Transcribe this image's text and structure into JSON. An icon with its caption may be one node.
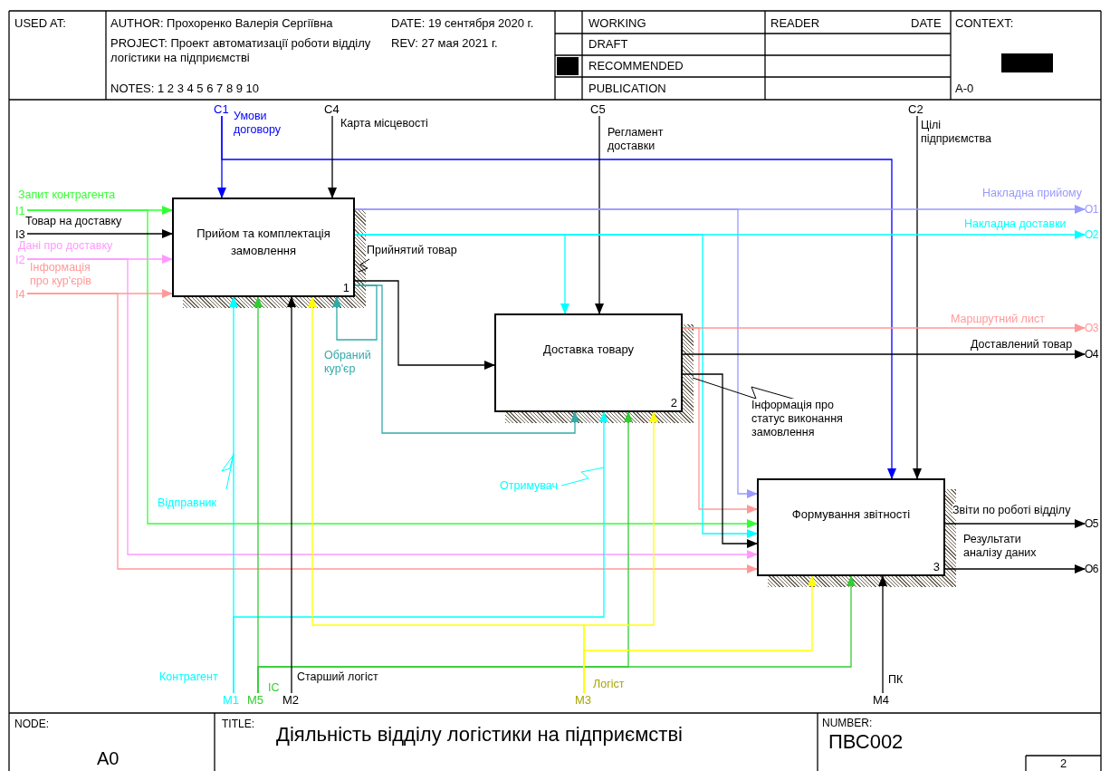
{
  "diagram": {
    "title": "Діяльність відділу логістики на підприємстві",
    "nodes": [
      {
        "text": [
          "Прийом та комплектація замовлення",
          "1"
        ]
      },
      {
        "text": [
          "Доставка товару",
          "2"
        ]
      },
      {
        "text": [
          "Формування звітності",
          "3"
        ]
      },
      {
        "text": [
          "C1"
        ]
      },
      {
        "text": [
          "C4"
        ]
      },
      {
        "text": [
          "C5"
        ]
      },
      {
        "text": [
          "C2"
        ]
      },
      {
        "text": [
          "I1"
        ]
      },
      {
        "text": [
          "I3"
        ]
      },
      {
        "text": [
          "I2"
        ]
      },
      {
        "text": [
          "I4"
        ]
      },
      {
        "text": [
          "O1"
        ]
      },
      {
        "text": [
          "O2"
        ]
      },
      {
        "text": [
          "O3"
        ]
      },
      {
        "text": [
          "O4"
        ]
      },
      {
        "text": [
          "O5"
        ]
      },
      {
        "text": [
          "O6"
        ]
      },
      {
        "text": [
          "M1"
        ]
      },
      {
        "text": [
          "M5"
        ]
      },
      {
        "text": [
          "M2"
        ]
      },
      {
        "text": [
          "M3"
        ]
      },
      {
        "text": [
          "M4"
        ]
      }
    ],
    "edges": [
      {
        "from": 7,
        "to": 0,
        "arrow": "to",
        "label": "Запит контрагента",
        "color": "#33ff33"
      },
      {
        "from": 7,
        "to": 2,
        "arrow": "to",
        "color": "#33ff33"
      },
      {
        "from": 8,
        "to": 0,
        "arrow": "to",
        "label": "Товар на доставку"
      },
      {
        "from": 9,
        "to": 0,
        "arrow": "to",
        "label": "Дані про доставку",
        "color": "#ff99ff"
      },
      {
        "from": 9,
        "to": 2,
        "arrow": "to",
        "color": "#ff99ff"
      },
      {
        "from": 10,
        "to": 0,
        "arrow": "to",
        "label": "Інформація про кур'єрів",
        "color": "#ff9999"
      },
      {
        "from": 10,
        "to": 2,
        "arrow": "to",
        "color": "#ff9999"
      },
      {
        "from": 3,
        "to": 0,
        "arrow": "to",
        "label": "Умови договору",
        "color": "#0000ff"
      },
      {
        "from": 3,
        "to": 2,
        "arrow": "to",
        "color": "#0000ff"
      },
      {
        "from": 4,
        "to": 0,
        "arrow": "to",
        "label": "Карта місцевості"
      },
      {
        "from": 5,
        "to": 1,
        "arrow": "to",
        "label": "Регламент доставки"
      },
      {
        "from": 6,
        "to": 2,
        "arrow": "to",
        "label": "Цілі підприємства"
      },
      {
        "from": 0,
        "to": 11,
        "arrow": "to",
        "label": "Накладна прийому",
        "color": "#9999ff"
      },
      {
        "from": 0,
        "to": 2,
        "arrow": "to",
        "color": "#9999ff"
      },
      {
        "from": 0,
        "to": 12,
        "arrow": "to",
        "label": "Накладна доставки",
        "color": "#00ffff"
      },
      {
        "from": 0,
        "to": 1,
        "arrow": "to",
        "color": "#00ffff"
      },
      {
        "from": 0,
        "to": 2,
        "arrow": "to",
        "color": "#00ffff"
      },
      {
        "from": 0,
        "to": 1,
        "arrow": "to",
        "label": "Прийнятий товар"
      },
      {
        "from": 0,
        "to": 0,
        "arrow": "to",
        "label": "Обраний кур'єр",
        "color": "#33aaaa"
      },
      {
        "from": 0,
        "to": 1,
        "arrow": "to",
        "color": "#33aaaa"
      },
      {
        "from": 1,
        "to": 13,
        "arrow": "to",
        "label": "Маршрутний лист",
        "color": "#ff9999"
      },
      {
        "from": 1,
        "to": 2,
        "arrow": "to",
        "color": "#ff9999"
      },
      {
        "from": 1,
        "to": 14,
        "arrow": "to",
        "label": "Доставлений товар"
      },
      {
        "from": 1,
        "to": 2,
        "arrow": "to",
        "label": "Інформація про статус виконання замовлення"
      },
      {
        "from": 2,
        "to": 15,
        "arrow": "to",
        "label": "Звіти по роботі відділу"
      },
      {
        "from": 2,
        "to": 16,
        "arrow": "to",
        "label": "Результати аналізу даних"
      },
      {
        "from": 17,
        "to": 0,
        "arrow": "to",
        "label": "Відправник",
        "color": "#00ffff"
      },
      {
        "from": 17,
        "to": 1,
        "arrow": "to",
        "label": "Отримувач",
        "color": "#00ffff"
      },
      {
        "from": 18,
        "to": 0,
        "arrow": "to",
        "label": "ІС",
        "color": "#33cc33"
      },
      {
        "from": 18,
        "to": 1,
        "arrow": "to",
        "color": "#33cc33"
      },
      {
        "from": 18,
        "to": 2,
        "arrow": "to",
        "color": "#33cc33"
      },
      {
        "from": 19,
        "to": 0,
        "arrow": "to",
        "label": "Старший логіст"
      },
      {
        "from": 20,
        "to": 0,
        "arrow": "to",
        "label": "Логіст",
        "color": "#ffff00"
      },
      {
        "from": 20,
        "to": 1,
        "arrow": "to",
        "color": "#ffff00"
      },
      {
        "from": 20,
        "to": 2,
        "arrow": "to",
        "color": "#ffff00"
      },
      {
        "from": 21,
        "to": 2,
        "arrow": "to",
        "label": "ПК"
      }
    ],
    "labels": [
      "USED AT:",
      "AUTHOR: Прохоренко Валерія Сергіївна",
      "DATE: 19 сентября 2020 г.",
      "PROJECT: Проект автоматизації роботи відділу логістики на підприємстві",
      "REV: 27 мая 2021 г.",
      "NOTES: 1 2 3 4 5 6 7 8 9 10",
      "WORKING",
      "READER",
      "DATE",
      "CONTEXT:",
      "DRAFT",
      "RECOMMENDED",
      "PUBLICATION",
      "A-0",
      "Контрагент",
      "NODE:",
      "A0",
      "TITLE:",
      "NUMBER:",
      "ПВС002",
      "2"
    ]
  }
}
